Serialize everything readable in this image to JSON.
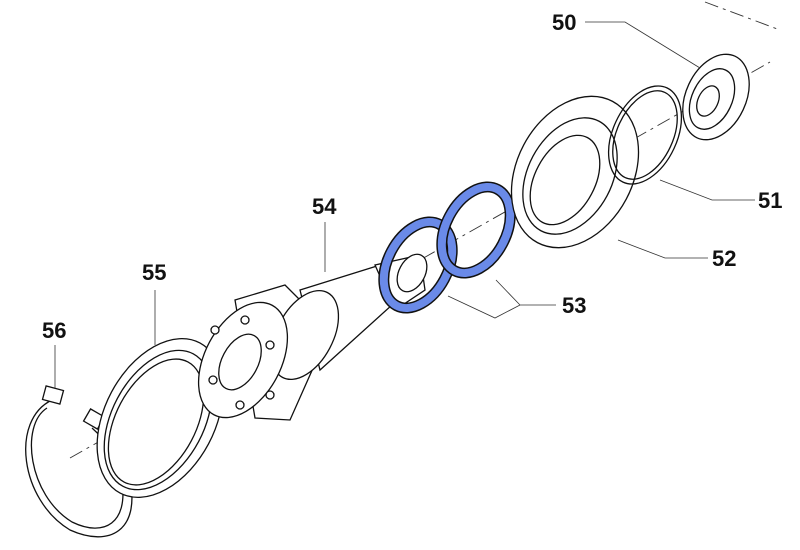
{
  "diagram": {
    "type": "exploded-parts-view",
    "highlight_color": "#6a8ae8",
    "callouts": [
      {
        "id": "50",
        "label": "50"
      },
      {
        "id": "51",
        "label": "51"
      },
      {
        "id": "52",
        "label": "52"
      },
      {
        "id": "53",
        "label": "53"
      },
      {
        "id": "54",
        "label": "54"
      },
      {
        "id": "55",
        "label": "55"
      },
      {
        "id": "56",
        "label": "56"
      }
    ]
  }
}
